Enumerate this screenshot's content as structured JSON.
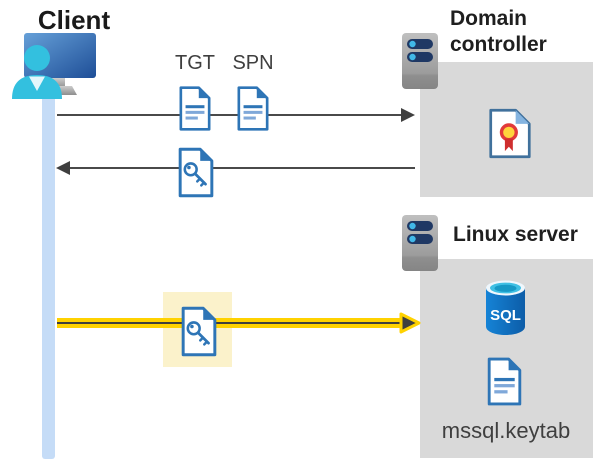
{
  "labels": {
    "client": "Client",
    "domain_controller_line1": "Domain",
    "domain_controller_line2": "controller",
    "linux_server": "Linux server",
    "tgt": "TGT",
    "spn": "SPN",
    "keytab_file": "mssql.keytab",
    "sql": "SQL"
  },
  "icons": {
    "client-workstation-icon": "monitor with user silhouette",
    "server-icon": "rack server with indicator lights",
    "ticket-document-icon": "document with text lines",
    "key-ticket-icon": "document with key",
    "certificate-icon": "document with award ribbon seal",
    "sql-database-icon": "database cylinder labeled SQL"
  },
  "arrows": [
    {
      "name": "client-to-domain-controller",
      "direction": "right",
      "color": "#3f3f3f"
    },
    {
      "name": "domain-controller-to-client",
      "direction": "left",
      "color": "#3f3f3f"
    },
    {
      "name": "client-to-linux-server",
      "direction": "right",
      "color": "#ffd200",
      "highlighted": true
    }
  ],
  "colors": {
    "document_blue": "#2e75b6",
    "document_line_light": "#7fa8d9",
    "person_cyan": "#33c0df",
    "arrow_gray": "#3f3f3f",
    "node_box_gray": "#d9d9d9",
    "timeline_blue": "#c5dcf7",
    "highlight_yellow": "#ffd200",
    "highlight_box_yellow": "#fbf2cb",
    "server_bar_navy": "#1f3864",
    "server_light_blue": "#41b8e8",
    "sql_blue": "#0d6cbd",
    "certificate_seal_yellow": "#ffd43c",
    "certificate_seal_red": "#d93025"
  }
}
